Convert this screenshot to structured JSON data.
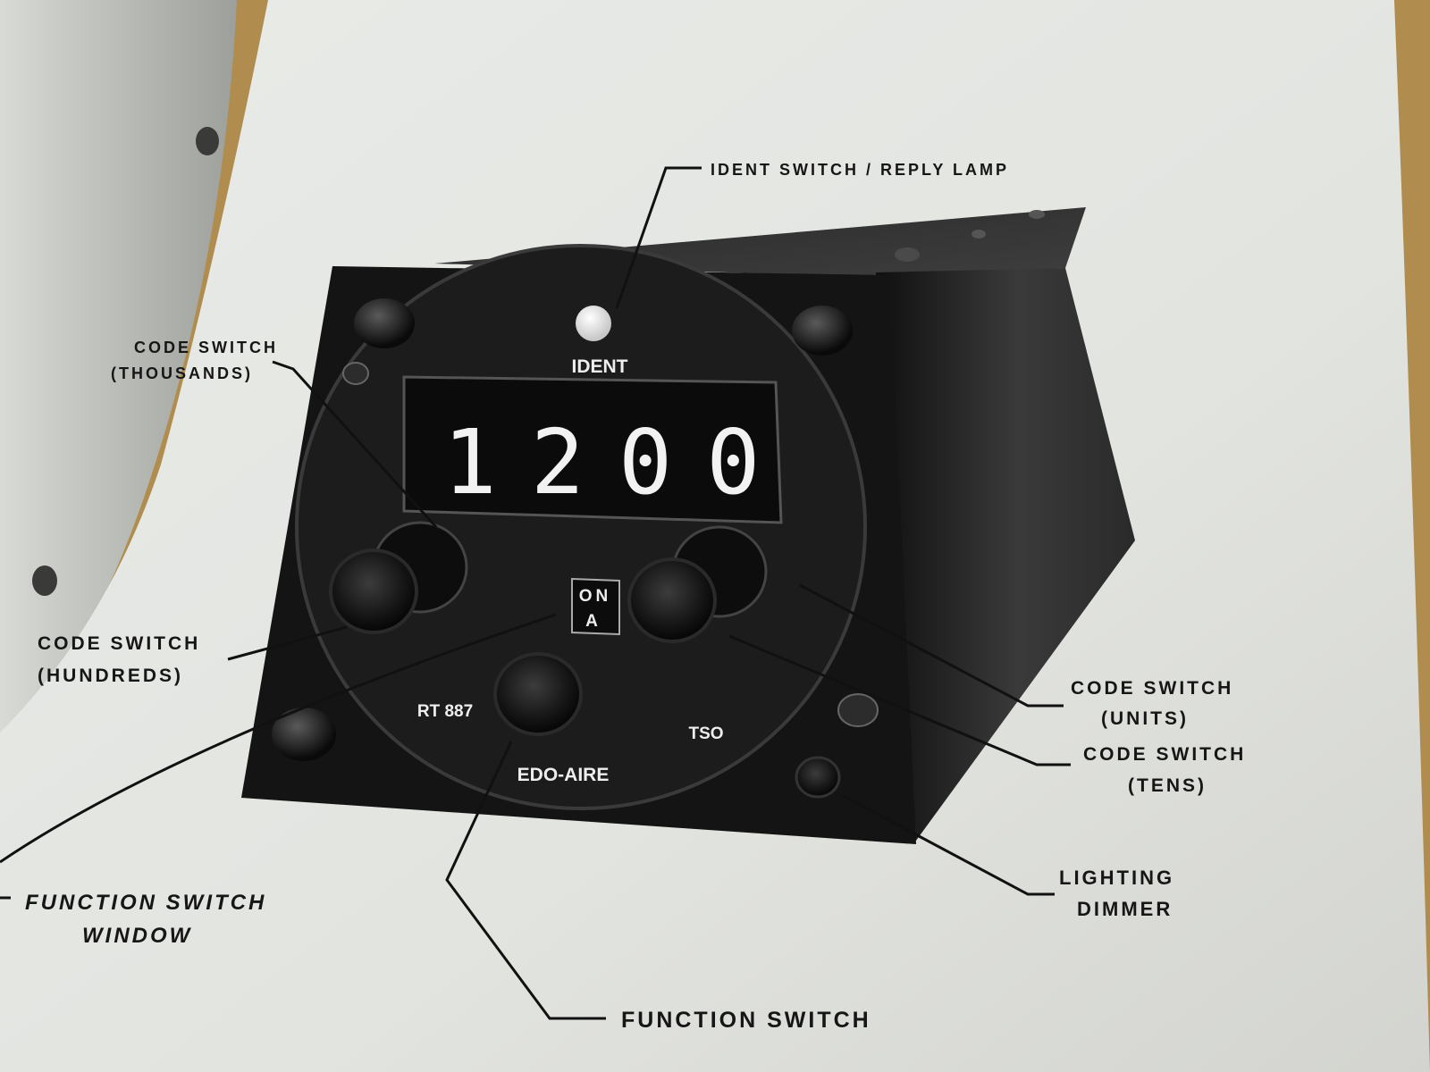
{
  "display": {
    "code": "1200"
  },
  "panel": {
    "ident_label": "IDENT",
    "mode_line1": "ON",
    "mode_line2": "A",
    "model": "RT 887",
    "maker": "EDO-AIRE",
    "cert": "TSO"
  },
  "callouts": {
    "ident": "IDENT SWITCH / REPLY LAMP",
    "thousands_l1": "CODE SWITCH",
    "thousands_l2": "(THOUSANDS)",
    "hundreds_l1": "CODE SWITCH",
    "hundreds_l2": "(HUNDREDS)",
    "units_l1": "CODE SWITCH",
    "units_l2": "(UNITS)",
    "tens_l1": "CODE SWITCH",
    "tens_l2": "(TENS)",
    "dimmer_l1": "LIGHTING",
    "dimmer_l2": "DIMMER",
    "fswindow_l1": "FUNCTION SWITCH",
    "fswindow_l2": "WINDOW",
    "fswitch": "FUNCTION SWITCH"
  }
}
